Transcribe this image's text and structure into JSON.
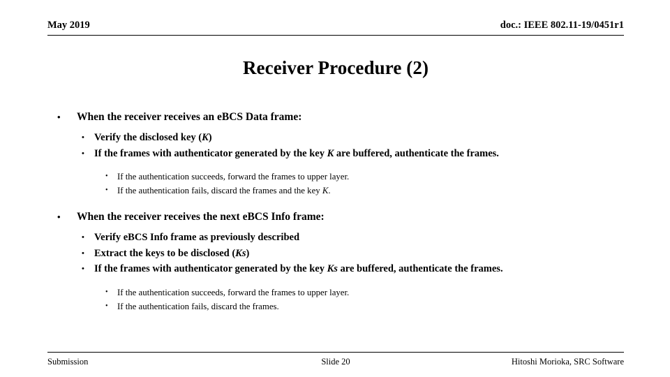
{
  "header": {
    "date": "May 2019",
    "doc": "doc.: IEEE 802.11-19/0451r1"
  },
  "title": "Receiver Procedure (2)",
  "bullet_glyph": "•",
  "content": {
    "groups": [
      {
        "heading": "When the receiver receives an eBCS Data frame:",
        "items": [
          {
            "level": 2,
            "pre": "Verify the disclosed key (",
            "var": "K",
            "post": ")"
          },
          {
            "level": 2,
            "pre": "If the frames with authenticator generated by the key ",
            "var": "K",
            "post": " are buffered, authenticate the frames."
          },
          {
            "level": 3,
            "pre": "If the authentication succeeds, forward the frames to upper layer.",
            "var": "",
            "post": ""
          },
          {
            "level": 3,
            "pre": "If the authentication fails, discard the frames and the key ",
            "var": "K",
            "post": "."
          }
        ]
      },
      {
        "heading": "When the receiver receives the next eBCS Info frame:",
        "items": [
          {
            "level": 2,
            "pre": "Verify eBCS Info frame as previously described",
            "var": "",
            "post": ""
          },
          {
            "level": 2,
            "pre": "Extract the keys to be disclosed (",
            "var": "Ks",
            "post": ")"
          },
          {
            "level": 2,
            "pre": "If the frames with authenticator generated by the key ",
            "var": "Ks",
            "post": " are buffered, authenticate the frames."
          },
          {
            "level": 3,
            "pre": "If the authentication succeeds, forward the frames to upper layer.",
            "var": "",
            "post": ""
          },
          {
            "level": 3,
            "pre": "If the authentication fails, discard the frames.",
            "var": "",
            "post": ""
          }
        ]
      }
    ]
  },
  "footer": {
    "left": "Submission",
    "center": "Slide 20",
    "right": "Hitoshi Morioka, SRC Software"
  }
}
